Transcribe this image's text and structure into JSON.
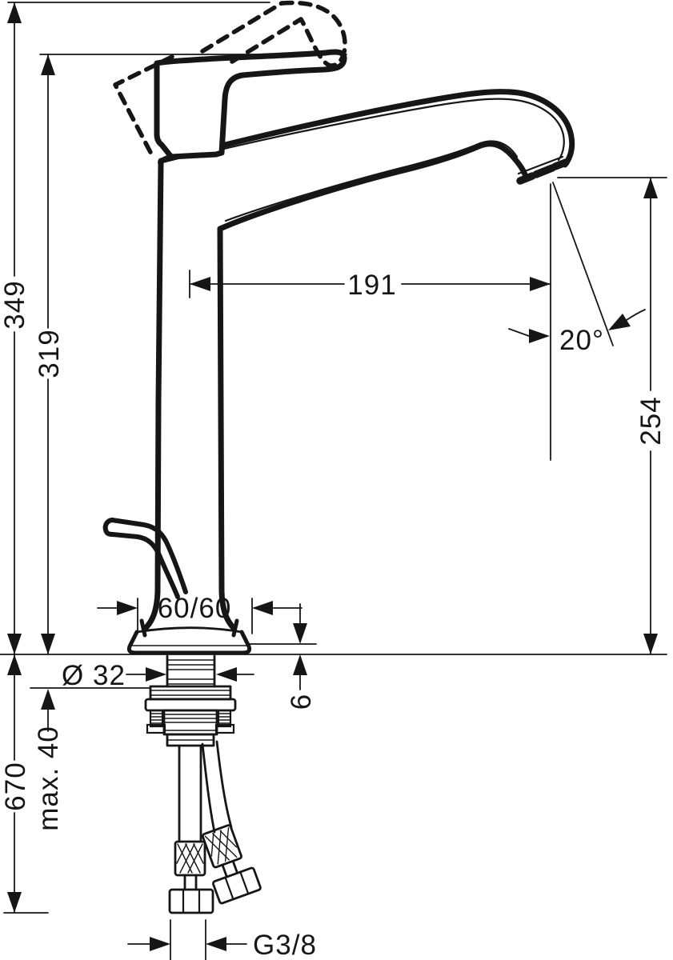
{
  "page": {
    "background": "#ffffff",
    "ink_color": "#161616"
  },
  "drawing": {
    "kind": "dimensioned technical line drawing",
    "subject": "single-lever high-spout basin mixer tap with pop-up waste lever and flexible supply hoses",
    "units": "mm"
  },
  "dimensions": {
    "overall_height": "349",
    "height_to_handle_top": "319",
    "spout_reach": "191",
    "outlet_angle": "20°",
    "outlet_height_above_deck": "254",
    "base_footprint": "60/60",
    "tap_hole_diameter": "Ø 32",
    "base_plate_height": "6",
    "max_mounting_thickness": "max. 40",
    "hose_length_below_deck": "670",
    "hose_connection_thread": "G3/8"
  }
}
